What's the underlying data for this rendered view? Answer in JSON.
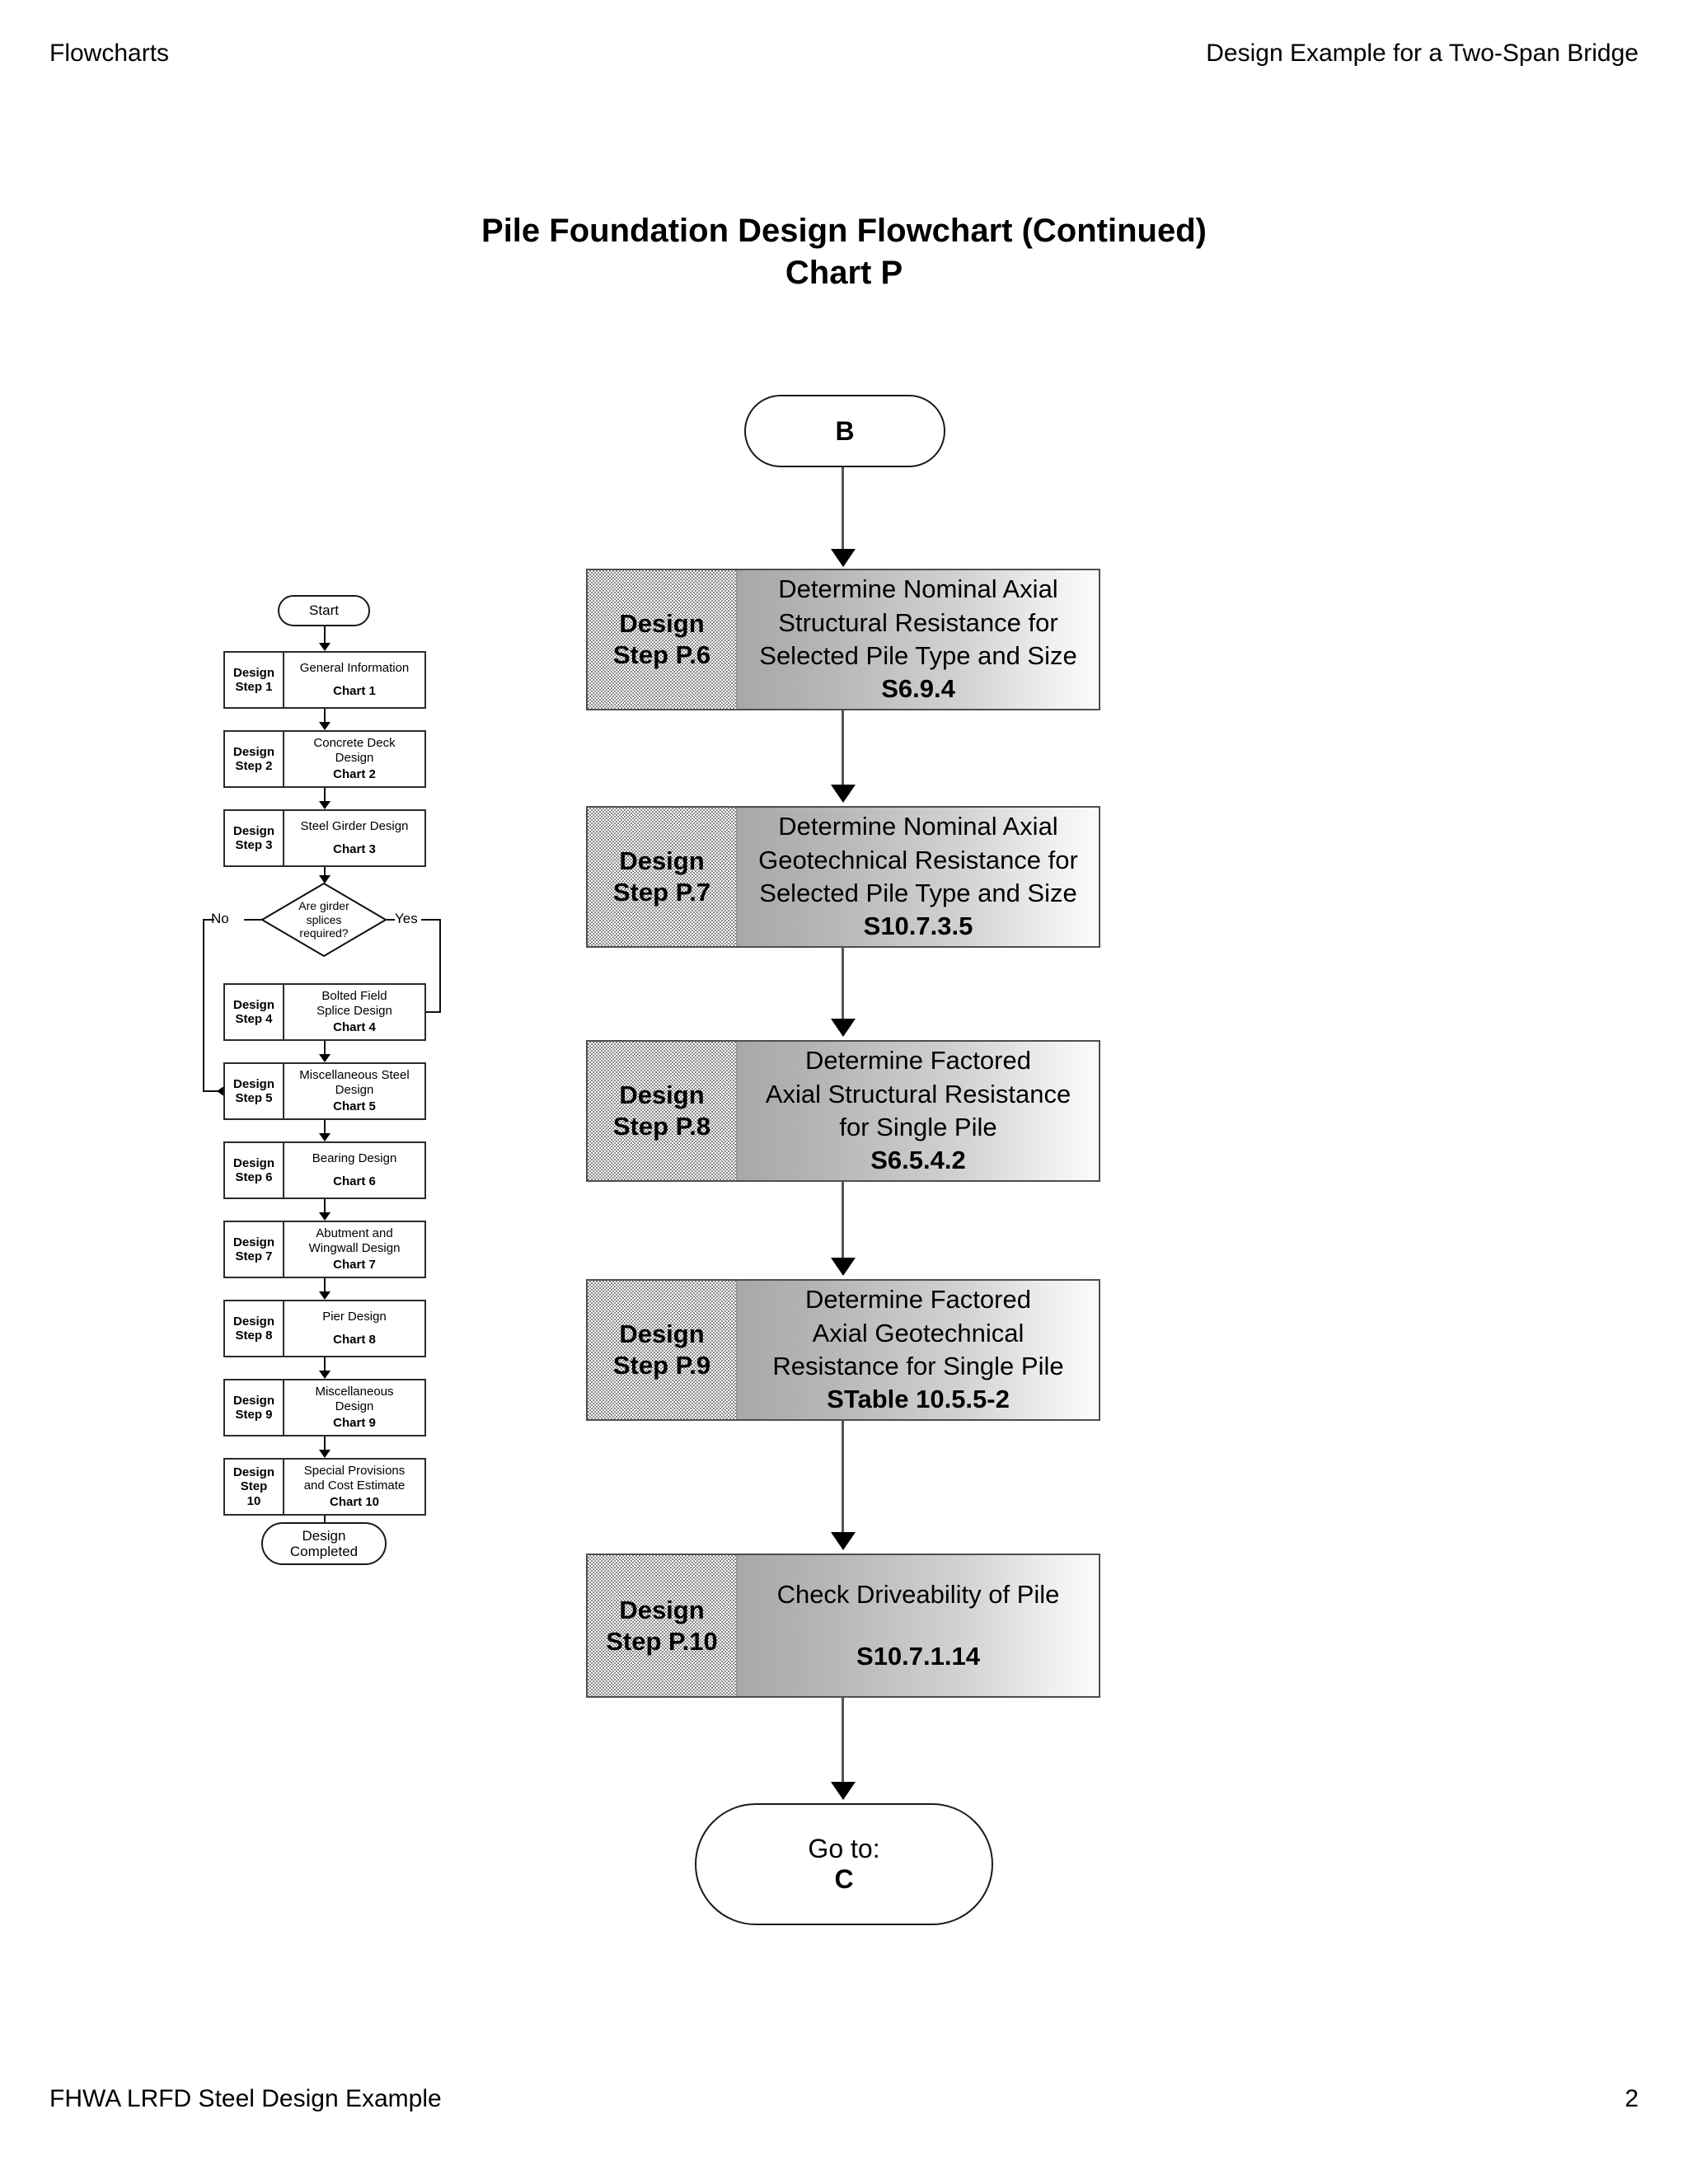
{
  "header": {
    "left": "Flowcharts",
    "right": "Design Example for a Two-Span Bridge"
  },
  "footer": {
    "left": "FHWA LRFD Steel Design Example",
    "page_number": "2"
  },
  "title": {
    "line1": "Pile Foundation Design Flowchart (Continued)",
    "line2": "Chart P"
  },
  "main_flow": {
    "entry_connector": {
      "label": "B"
    },
    "exit_connector": {
      "prefix": "Go to:",
      "target": "C"
    },
    "steps": [
      {
        "id": "p6",
        "step": "Design\nStep P.6",
        "step_line1": "Design",
        "step_line2": "Step P.6",
        "body_lines": [
          "Determine Nominal Axial",
          "Structural Resistance for",
          "Selected Pile Type and Size"
        ],
        "reference": "S6.9.4",
        "blank_line_before_reference": false
      },
      {
        "id": "p7",
        "step_line1": "Design",
        "step_line2": "Step P.7",
        "body_lines": [
          "Determine Nominal Axial",
          "Geotechnical Resistance for",
          "Selected Pile Type and Size"
        ],
        "reference": "S10.7.3.5",
        "blank_line_before_reference": false
      },
      {
        "id": "p8",
        "step_line1": "Design",
        "step_line2": "Step P.8",
        "body_lines": [
          "Determine Factored",
          "Axial Structural Resistance",
          "for Single Pile"
        ],
        "reference": "S6.5.4.2",
        "blank_line_before_reference": false
      },
      {
        "id": "p9",
        "step_line1": "Design",
        "step_line2": "Step P.9",
        "body_lines": [
          "Determine Factored",
          "Axial Geotechnical",
          "Resistance for Single Pile"
        ],
        "reference": "STable 10.5.5-2",
        "blank_line_before_reference": false
      },
      {
        "id": "p10",
        "step_line1": "Design",
        "step_line2": "Step P.10",
        "body_lines": [
          "Check Driveability of Pile"
        ],
        "reference": "S10.7.1.14",
        "blank_line_before_reference": true
      }
    ]
  },
  "mini_flow": {
    "start_label": "Start",
    "end_line1": "Design",
    "end_line2": "Completed",
    "decision": {
      "line1": "Are girder",
      "line2": "splices",
      "line3": "required?",
      "no_label": "No",
      "yes_label": "Yes"
    },
    "steps": [
      {
        "step_line1": "Design",
        "step_line2": "Step 1",
        "step_line3": "",
        "body_line1": "General Information",
        "body_line2": "",
        "chart": "Chart 1"
      },
      {
        "step_line1": "Design",
        "step_line2": "Step 2",
        "step_line3": "",
        "body_line1": "Concrete Deck",
        "body_line2": "Design",
        "chart": "Chart 2"
      },
      {
        "step_line1": "Design",
        "step_line2": "Step 3",
        "step_line3": "",
        "body_line1": "Steel Girder Design",
        "body_line2": "",
        "chart": "Chart 3"
      },
      {
        "step_line1": "Design",
        "step_line2": "Step 4",
        "step_line3": "",
        "body_line1": "Bolted Field",
        "body_line2": "Splice Design",
        "chart": "Chart 4"
      },
      {
        "step_line1": "Design",
        "step_line2": "Step 5",
        "step_line3": "",
        "body_line1": "Miscellaneous Steel",
        "body_line2": "Design",
        "chart": "Chart 5"
      },
      {
        "step_line1": "Design",
        "step_line2": "Step 6",
        "step_line3": "",
        "body_line1": "Bearing Design",
        "body_line2": "",
        "chart": "Chart 6"
      },
      {
        "step_line1": "Design",
        "step_line2": "Step 7",
        "step_line3": "",
        "body_line1": "Abutment and",
        "body_line2": "Wingwall Design",
        "chart": "Chart 7"
      },
      {
        "step_line1": "Design",
        "step_line2": "Step 8",
        "step_line3": "",
        "body_line1": "Pier Design",
        "body_line2": "",
        "chart": "Chart 8"
      },
      {
        "step_line1": "Design",
        "step_line2": "Step 9",
        "step_line3": "",
        "body_line1": "Miscellaneous",
        "body_line2": "Design",
        "chart": "Chart 9"
      },
      {
        "step_line1": "Design",
        "step_line2": "Step",
        "step_line3": "10",
        "body_line1": "Special Provisions",
        "body_line2": "and Cost Estimate",
        "chart": "Chart 10"
      }
    ]
  },
  "colors": {
    "ink": "#000000",
    "box_border": "#4d4d4d",
    "mini_border": "#2b2b2b",
    "connector": "#555555",
    "step_panel_gray": "#8a8a8a",
    "body_gradient_start": "#a8a8a8",
    "body_gradient_end": "#fbfbfb",
    "page_background": "#ffffff"
  }
}
